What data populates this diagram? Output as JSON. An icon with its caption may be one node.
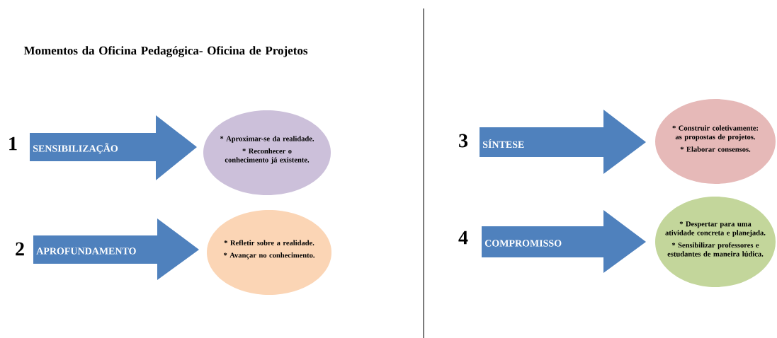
{
  "diagram": {
    "title": "Momentos da Oficina Pedagógica- Oficina de Projetos",
    "nodes": [
      {
        "text": [
          "SENSIBILIZAÇÃO"
        ]
      },
      {
        "text": [
          "* Aproximar-se da realidade.",
          "* Reconhecer o conhecimento já existente."
        ]
      },
      {
        "text": [
          "APROFUNDAMENTO"
        ]
      },
      {
        "text": [
          "* Refletir sobre a realidade.",
          "* Avançar no conhecimento."
        ]
      },
      {
        "text": [
          "SÍNTESE"
        ]
      },
      {
        "text": [
          "* Construir coletivamente: as propostas de projetos.",
          "* Elaborar consensos."
        ]
      },
      {
        "text": [
          "COMPROMISSO"
        ]
      },
      {
        "text": [
          "* Despertar para uma atividade concreta e planejada.",
          "* Sensibilizar professores e estudantes de maneira lúdica."
        ]
      }
    ],
    "labels": [
      "1",
      "2",
      "3",
      "4"
    ]
  }
}
